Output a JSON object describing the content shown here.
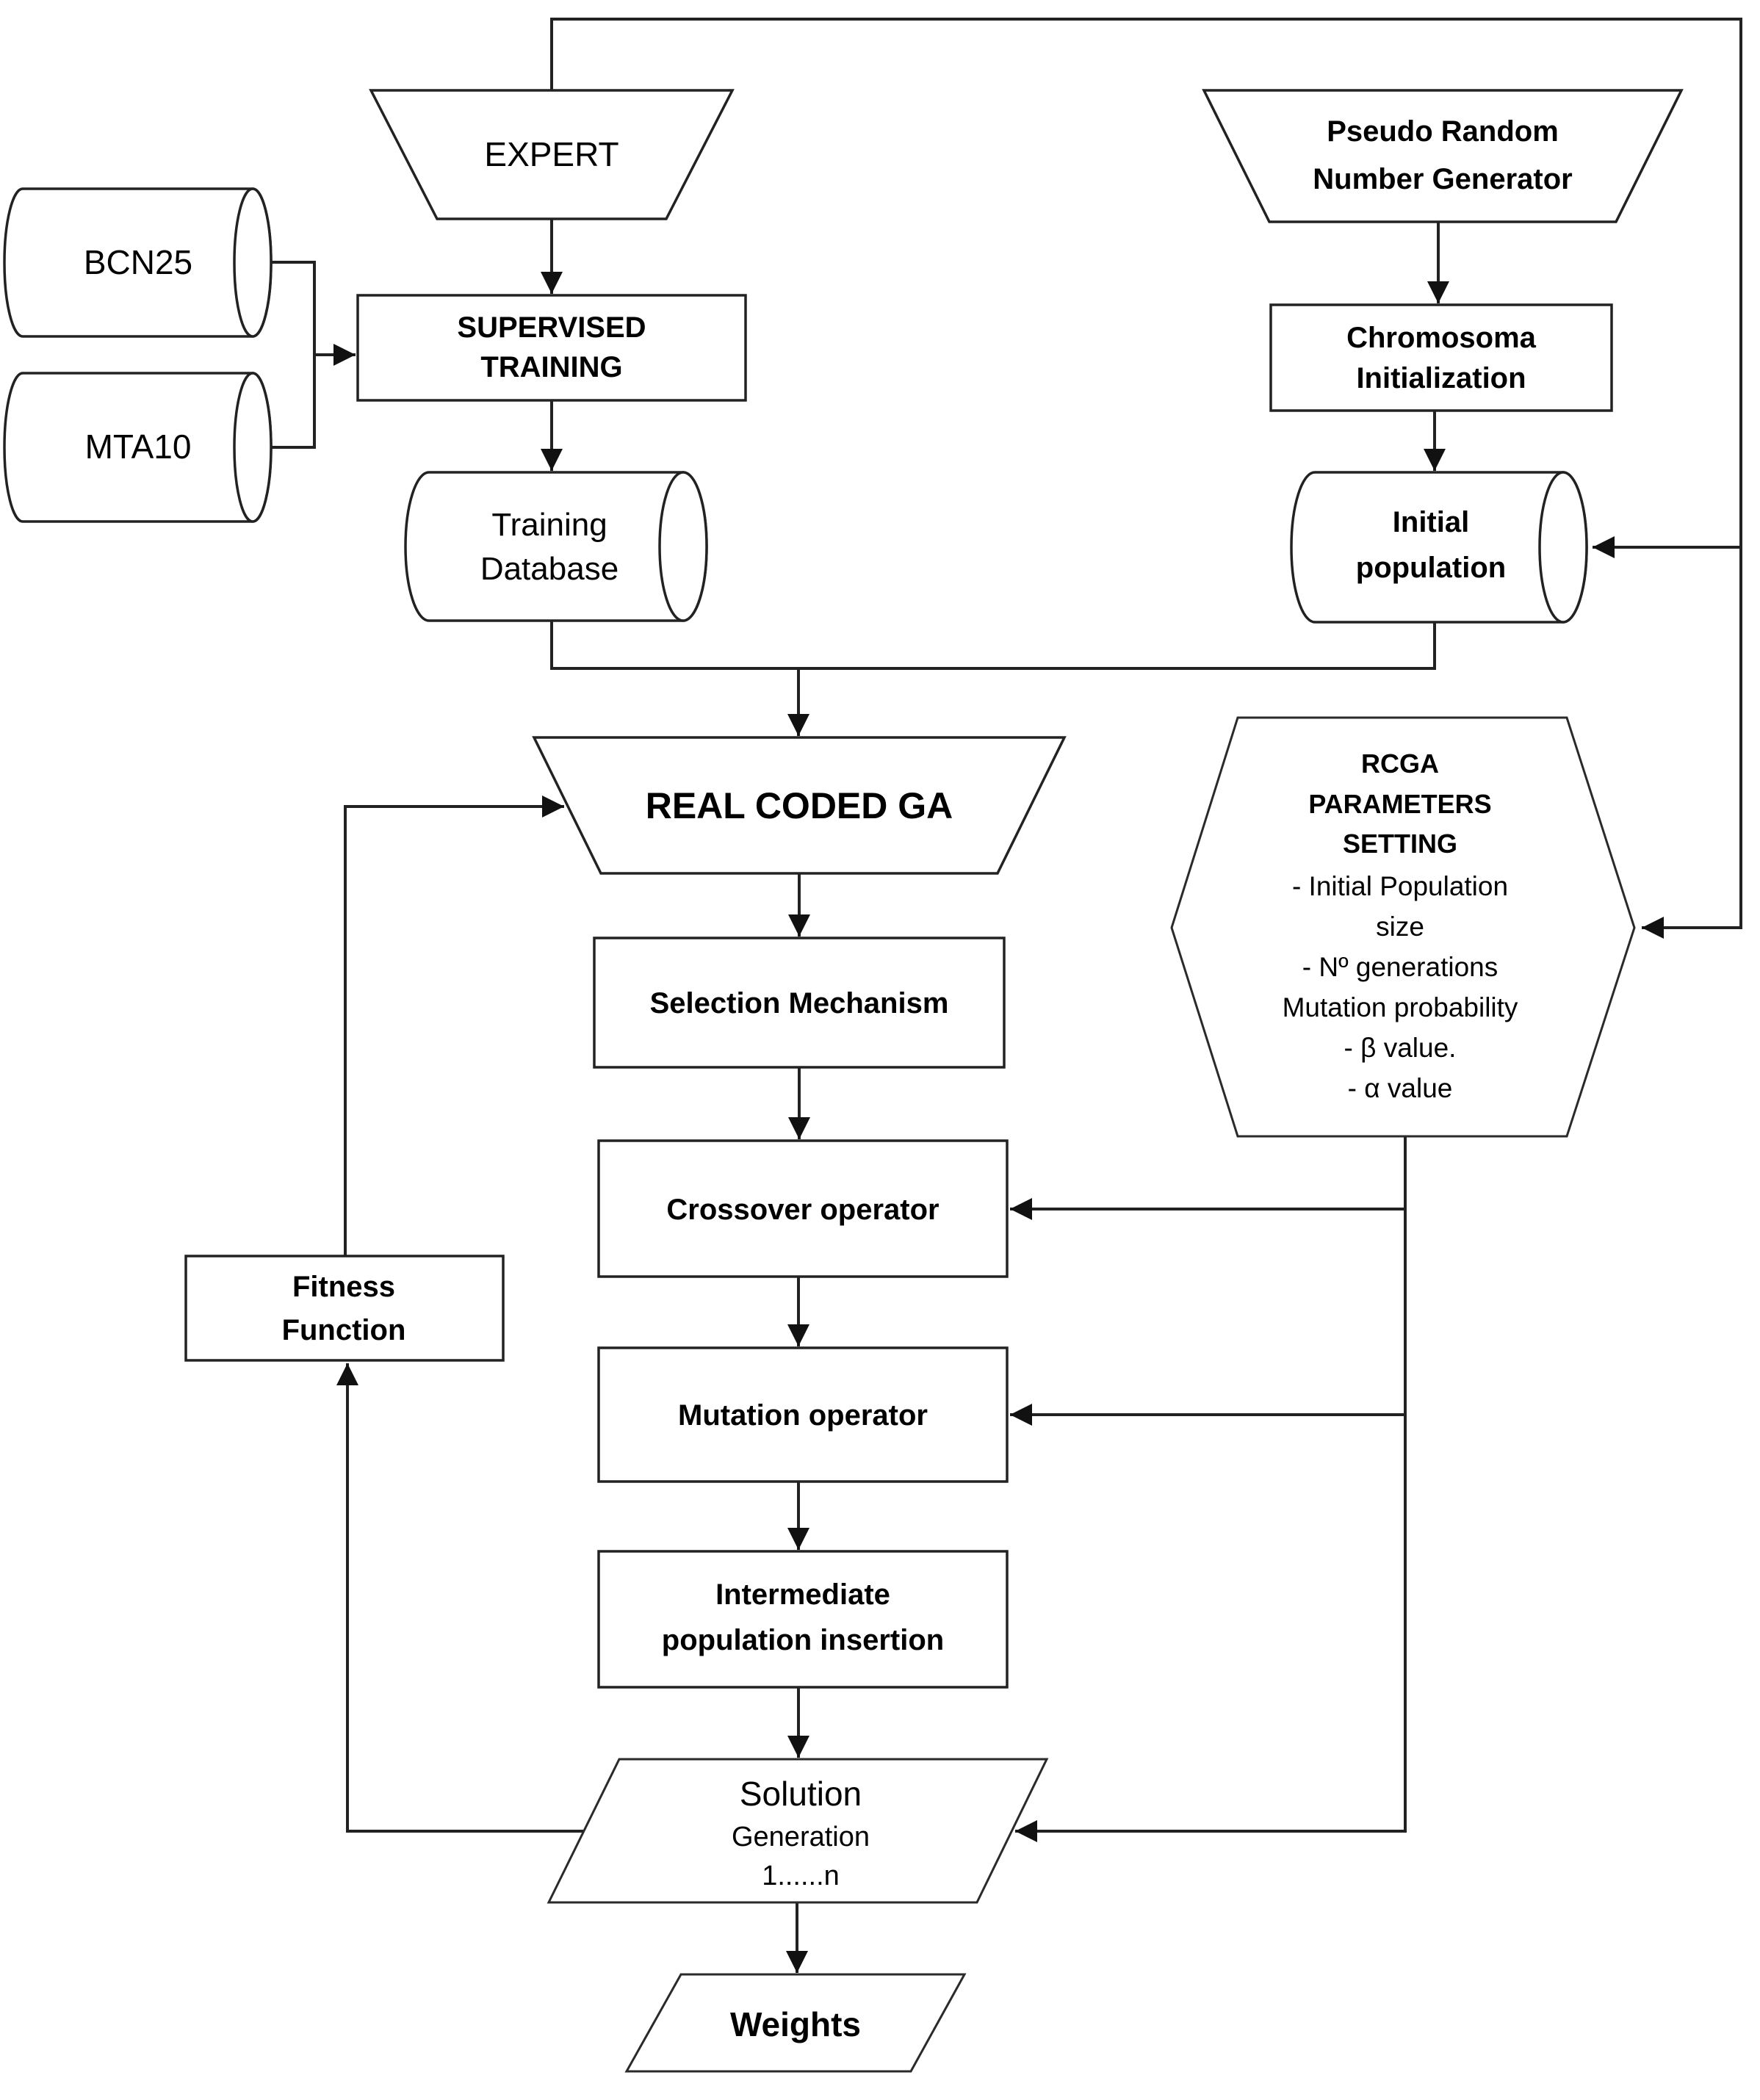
{
  "diagram": {
    "kind": "flowchart",
    "colors": {
      "background": "#ffffff",
      "stroke": "#222222",
      "arrowhead": "#111111",
      "text": "#000000"
    },
    "nodes": {
      "bcn25": {
        "type": "database-cylinder",
        "label": "BCN25"
      },
      "mta10": {
        "type": "database-cylinder",
        "label": "MTA10"
      },
      "expert": {
        "type": "manual-input-trapezoid",
        "label": "EXPERT"
      },
      "supervised_training": {
        "type": "process-box",
        "lines": [
          "SUPERVISED",
          "TRAINING"
        ]
      },
      "training_database": {
        "type": "database-cylinder",
        "lines": [
          "Training",
          "Database"
        ]
      },
      "prng": {
        "type": "manual-input-trapezoid",
        "lines": [
          "Pseudo Random",
          "Number Generator"
        ]
      },
      "chromosoma": {
        "type": "process-box",
        "lines": [
          "Chromosoma",
          "Initialization"
        ]
      },
      "initial_population": {
        "type": "database-cylinder",
        "lines": [
          "Initial",
          "population"
        ]
      },
      "real_coded_ga": {
        "type": "trapezoid",
        "label": "REAL CODED GA"
      },
      "selection": {
        "type": "process-box",
        "label": "Selection Mechanism"
      },
      "crossover": {
        "type": "process-box",
        "label": "Crossover operator"
      },
      "mutation": {
        "type": "process-box",
        "label": "Mutation operator"
      },
      "intermediate": {
        "type": "process-box",
        "lines": [
          "Intermediate",
          "population insertion"
        ]
      },
      "solution": {
        "type": "parallelogram",
        "lines": [
          "Solution",
          "Generation",
          "1......n"
        ]
      },
      "weights": {
        "type": "parallelogram",
        "label": "Weights"
      },
      "fitness": {
        "type": "process-box",
        "lines": [
          "Fitness",
          "Function"
        ]
      },
      "rcga_params": {
        "type": "hexagon",
        "title_lines": [
          "RCGA",
          "PARAMETERS",
          "SETTING"
        ],
        "items": [
          "- Initial Population",
          "size",
          "- Nº generations",
          "Mutation probability",
          "- β value.",
          "- α value"
        ]
      }
    }
  }
}
